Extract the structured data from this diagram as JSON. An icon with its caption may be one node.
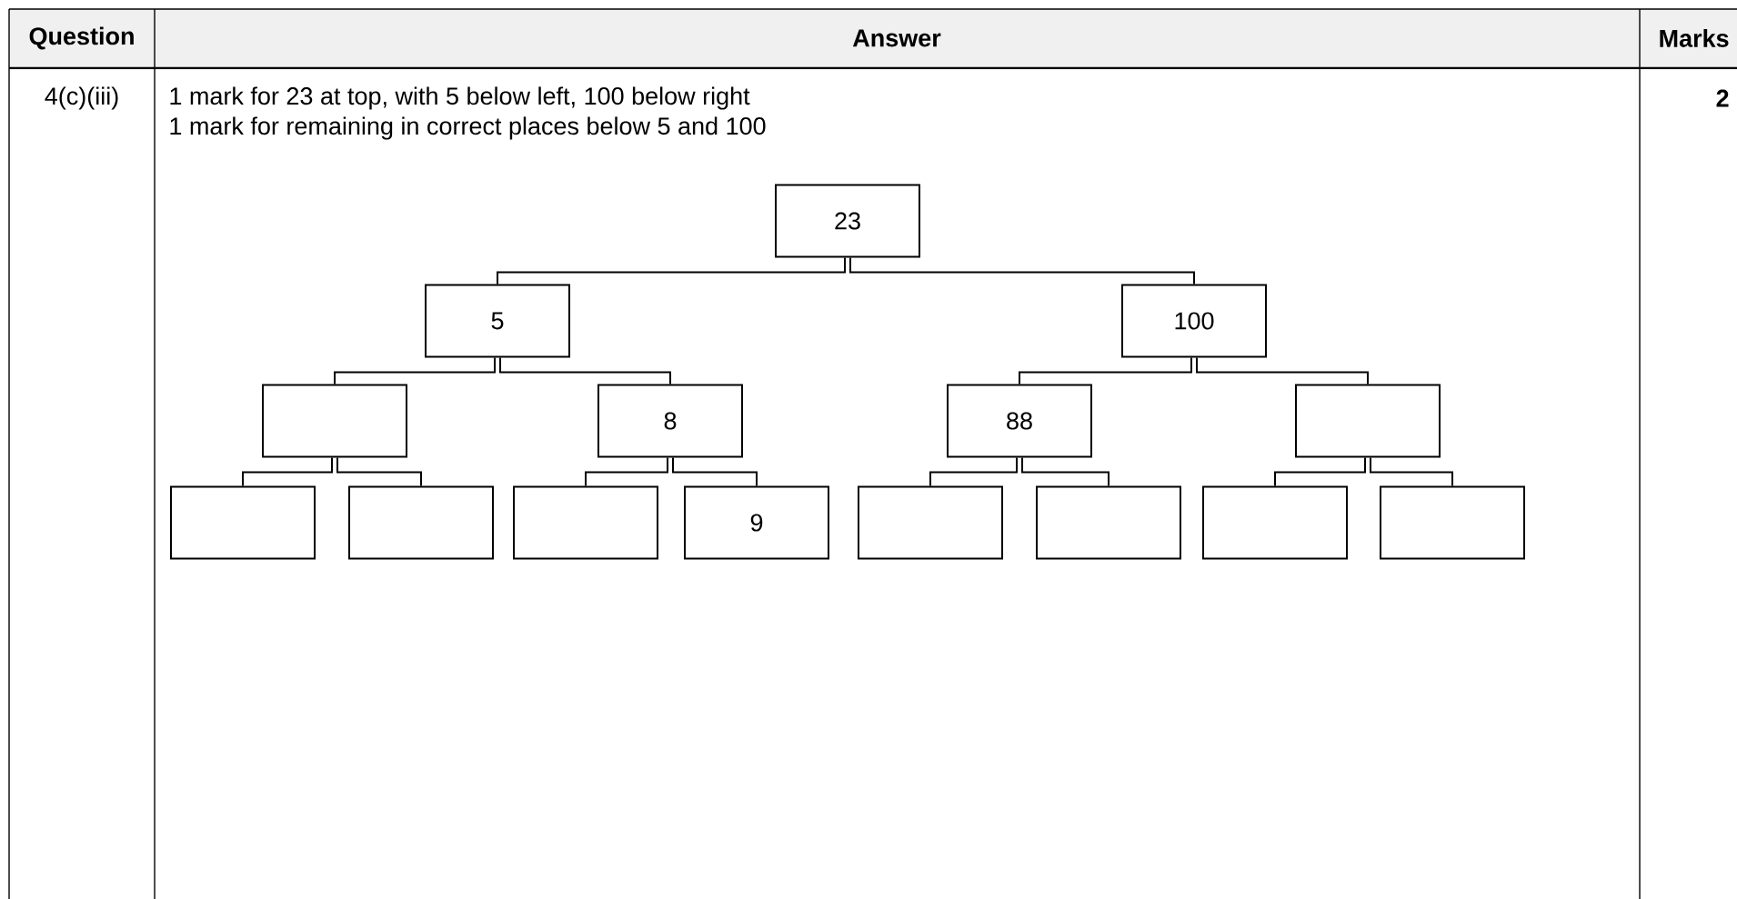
{
  "diagram": {
    "nodes": [
      {
        "text": [
          "23"
        ]
      },
      {
        "text": [
          "5"
        ]
      },
      {
        "text": [
          "100"
        ]
      },
      {
        "text": [],
        "shape": "box"
      },
      {
        "text": [
          "8"
        ]
      },
      {
        "text": [
          "88"
        ]
      },
      {
        "text": [],
        "shape": "box"
      },
      {
        "text": [],
        "shape": "box"
      },
      {
        "text": [],
        "shape": "box"
      },
      {
        "text": [],
        "shape": "box"
      },
      {
        "text": [
          "9"
        ]
      },
      {
        "text": [],
        "shape": "box"
      },
      {
        "text": [],
        "shape": "box"
      },
      {
        "text": [],
        "shape": "box"
      },
      {
        "text": [],
        "shape": "box"
      }
    ],
    "edges": [
      {
        "from": 0,
        "to": 1,
        "arrow": "none"
      },
      {
        "from": 0,
        "to": 2,
        "arrow": "none"
      },
      {
        "from": 1,
        "to": 3,
        "arrow": "none"
      },
      {
        "from": 1,
        "to": 4,
        "arrow": "none"
      },
      {
        "from": 2,
        "to": 5,
        "arrow": "none"
      },
      {
        "from": 2,
        "to": 6,
        "arrow": "none"
      },
      {
        "from": 3,
        "to": 7,
        "arrow": "none"
      },
      {
        "from": 3,
        "to": 8,
        "arrow": "none"
      },
      {
        "from": 4,
        "to": 9,
        "arrow": "none"
      },
      {
        "from": 4,
        "to": 10,
        "arrow": "none"
      },
      {
        "from": 5,
        "to": 11,
        "arrow": "none"
      },
      {
        "from": 5,
        "to": 12,
        "arrow": "none"
      },
      {
        "from": 6,
        "to": 13,
        "arrow": "none"
      },
      {
        "from": 6,
        "to": 14,
        "arrow": "none"
      }
    ],
    "labels": [
      "Question",
      "Answer",
      "Marks",
      "4(c)(iii)",
      "1 mark for 23 at top, with 5 below left, 100 below right",
      "1 mark for remaining in correct places below 5 and 100",
      "2"
    ]
  }
}
